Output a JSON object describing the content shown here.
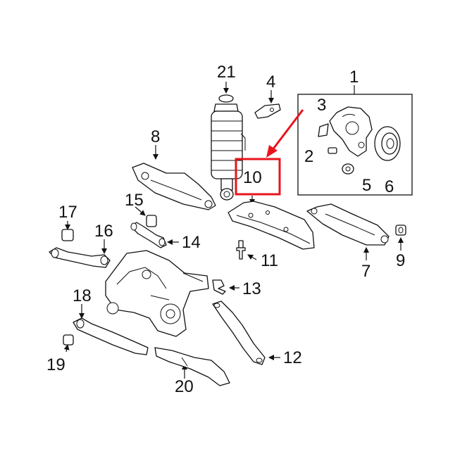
{
  "colors": {
    "line": "#111111",
    "highlight": "#e8141c",
    "background": "#ffffff"
  },
  "callouts": {
    "c1": "1",
    "c2": "2",
    "c3": "3",
    "c4": "4",
    "c5": "5",
    "c6": "6",
    "c7": "7",
    "c8": "8",
    "c9": "9",
    "c10": "10",
    "c11": "11",
    "c12": "12",
    "c13": "13",
    "c14": "14",
    "c15": "15",
    "c16": "16",
    "c17": "17",
    "c18": "18",
    "c19": "19",
    "c20": "20",
    "c21": "21"
  },
  "highlighted_callout": "10"
}
